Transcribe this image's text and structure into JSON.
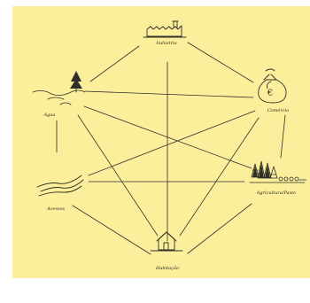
{
  "nodes": {
    "industry": {
      "label": "Indústria",
      "icon": "factory-icon"
    },
    "commerce": {
      "label": "Comércio",
      "icon": "money-bag-icon",
      "symbol": "€"
    },
    "agriculture": {
      "label": "Agricultura/Pasto",
      "icon": "trees-icon"
    },
    "housing": {
      "label": "Habitação",
      "icon": "house-icon"
    },
    "access": {
      "label": "Acessos",
      "icon": "road-icon"
    },
    "water": {
      "label": "Água",
      "icon": "water-tree-icon"
    }
  },
  "colors": {
    "paper": "#fbef9b",
    "ink": "#2f2f2a"
  }
}
